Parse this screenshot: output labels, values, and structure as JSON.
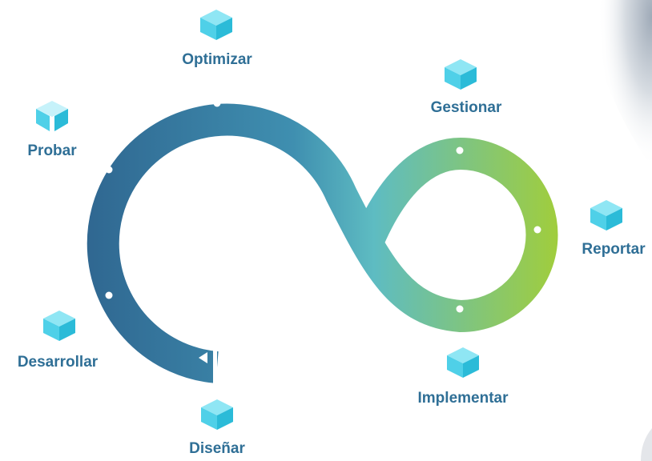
{
  "stages": [
    {
      "id": "optimizar",
      "label": "Optimizar",
      "icon": "cube-icon"
    },
    {
      "id": "gestionar",
      "label": "Gestionar",
      "icon": "cube-icon"
    },
    {
      "id": "probar",
      "label": "Probar",
      "icon": "cube-icon"
    },
    {
      "id": "reportar",
      "label": "Reportar",
      "icon": "cube-icon"
    },
    {
      "id": "desarrollar",
      "label": "Desarrollar",
      "icon": "cube-icon"
    },
    {
      "id": "implementar",
      "label": "Implementar",
      "icon": "cube-icon"
    },
    {
      "id": "disenar",
      "label": "Diseñar",
      "icon": "cube-icon"
    }
  ],
  "colors": {
    "label": "#2f6f96",
    "loop_start": "#2f6690",
    "loop_mid": "#4fb3c0",
    "loop_end": "#9fcd3f",
    "cube_top": "#8fe6f4",
    "cube_left": "#4fd0e8",
    "cube_right": "#2bbbd8"
  }
}
